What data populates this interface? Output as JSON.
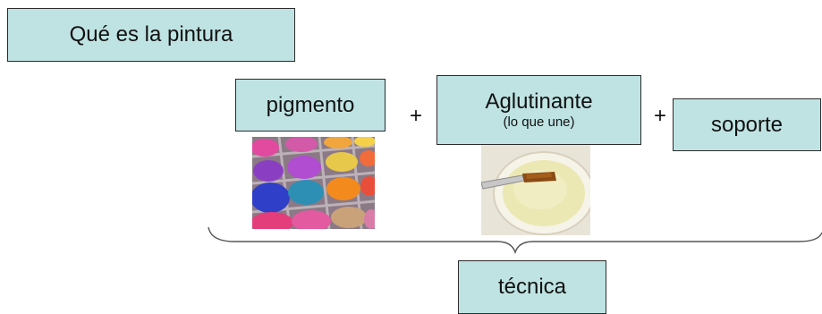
{
  "title_box": {
    "label": "Qué es la pintura"
  },
  "equation": {
    "pigment": {
      "label": "pigmento",
      "image_icon": "pigment-powder-photo"
    },
    "operator_1": "+",
    "binder": {
      "label": "Aglutinante",
      "sublabel": "(lo que une)",
      "image_icon": "binder-bowl-photo"
    },
    "operator_2": "+",
    "support": {
      "label": "soporte"
    }
  },
  "result_box": {
    "label": "técnica"
  },
  "colors": {
    "box_fill": "#bfe3e3",
    "box_border": "#2b2b2b",
    "brace": "#555555"
  }
}
